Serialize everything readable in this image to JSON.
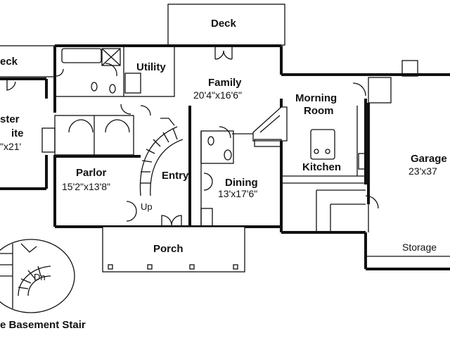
{
  "plan": {
    "rooms": {
      "deck_top": "Deck",
      "deck_left": "eck",
      "utility": "Utility",
      "family": "Family",
      "family_dim": "20'4\"x16'6\"",
      "morning_room_1": "Morning",
      "morning_room_2": "Room",
      "master_1": "ster",
      "master_2": "ite",
      "master_dim": "\"x21'",
      "garage": "Garage",
      "garage_dim": "23'x37",
      "parlor": "Parlor",
      "parlor_dim": "15'2\"x13'8\"",
      "entry": "Entry",
      "kitchen": "Kitchen",
      "dining": "Dining",
      "dining_dim": "13'x17'6\"",
      "up": "Up",
      "porch": "Porch",
      "storage": "Storage",
      "dn": "Dn",
      "basement_stair": "e Basement Stair"
    }
  }
}
